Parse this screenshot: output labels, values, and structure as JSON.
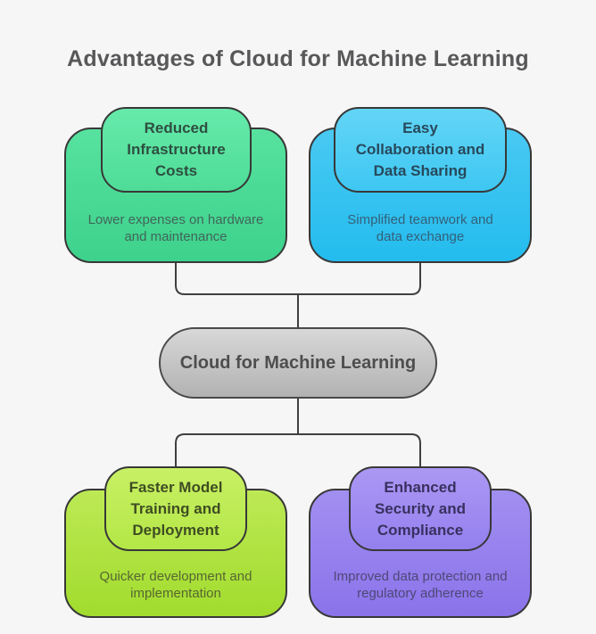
{
  "title": "Advantages of Cloud for Machine Learning",
  "colors": {
    "background": "#f6f6f6",
    "title": "#58585a",
    "connector": "#3f3f3f",
    "box_border": "#383838"
  },
  "center_node": {
    "label": "Cloud for Machine Learning",
    "colors": {
      "top": "#d8d8d8",
      "bottom": "#b2b2b2",
      "border": "#4a4a4a",
      "text": "#4e4e4e"
    }
  },
  "branches": [
    {
      "name": "reduced-infrastructure-costs",
      "title_lines": [
        "Reduced",
        "Infrastructure",
        "Costs"
      ],
      "desc_lines": [
        "Lower expenses on hardware",
        "and maintenance"
      ],
      "colors": {
        "header_top": "#66eaab",
        "header_bottom": "#4edc98",
        "body_top": "#57e29f",
        "body_bottom": "#3dd28c",
        "title_text": "#2e4f40",
        "desc_text": "#41655a"
      }
    },
    {
      "name": "easy-collaboration-and-data-sharing",
      "title_lines": [
        "Easy",
        "Collaboration and",
        "Data Sharing"
      ],
      "desc_lines": [
        "Simplified teamwork and",
        "data exchange"
      ],
      "colors": {
        "header_top": "#63d5f6",
        "header_bottom": "#3ec7f2",
        "body_top": "#49c9f2",
        "body_bottom": "#23bcee",
        "title_text": "#27495c",
        "desc_text": "#346079"
      }
    },
    {
      "name": "faster-model-training-and-deployment",
      "title_lines": [
        "Faster Model",
        "Training and",
        "Deployment"
      ],
      "desc_lines": [
        "Quicker development and",
        "implementation"
      ],
      "colors": {
        "header_top": "#c9f065",
        "header_bottom": "#b3e746",
        "body_top": "#bce954",
        "body_bottom": "#a2dc2e",
        "title_text": "#3f4d22",
        "desc_text": "#566631"
      }
    },
    {
      "name": "enhanced-security-and-compliance",
      "title_lines": [
        "Enhanced",
        "Security and",
        "Compliance"
      ],
      "desc_lines": [
        "Improved data protection and",
        "regulatory adherence"
      ],
      "colors": {
        "header_top": "#ab98f3",
        "header_bottom": "#9480ee",
        "body_top": "#a28ff1",
        "body_bottom": "#8a73ea",
        "title_text": "#393160",
        "desc_text": "#4e4876"
      }
    }
  ]
}
